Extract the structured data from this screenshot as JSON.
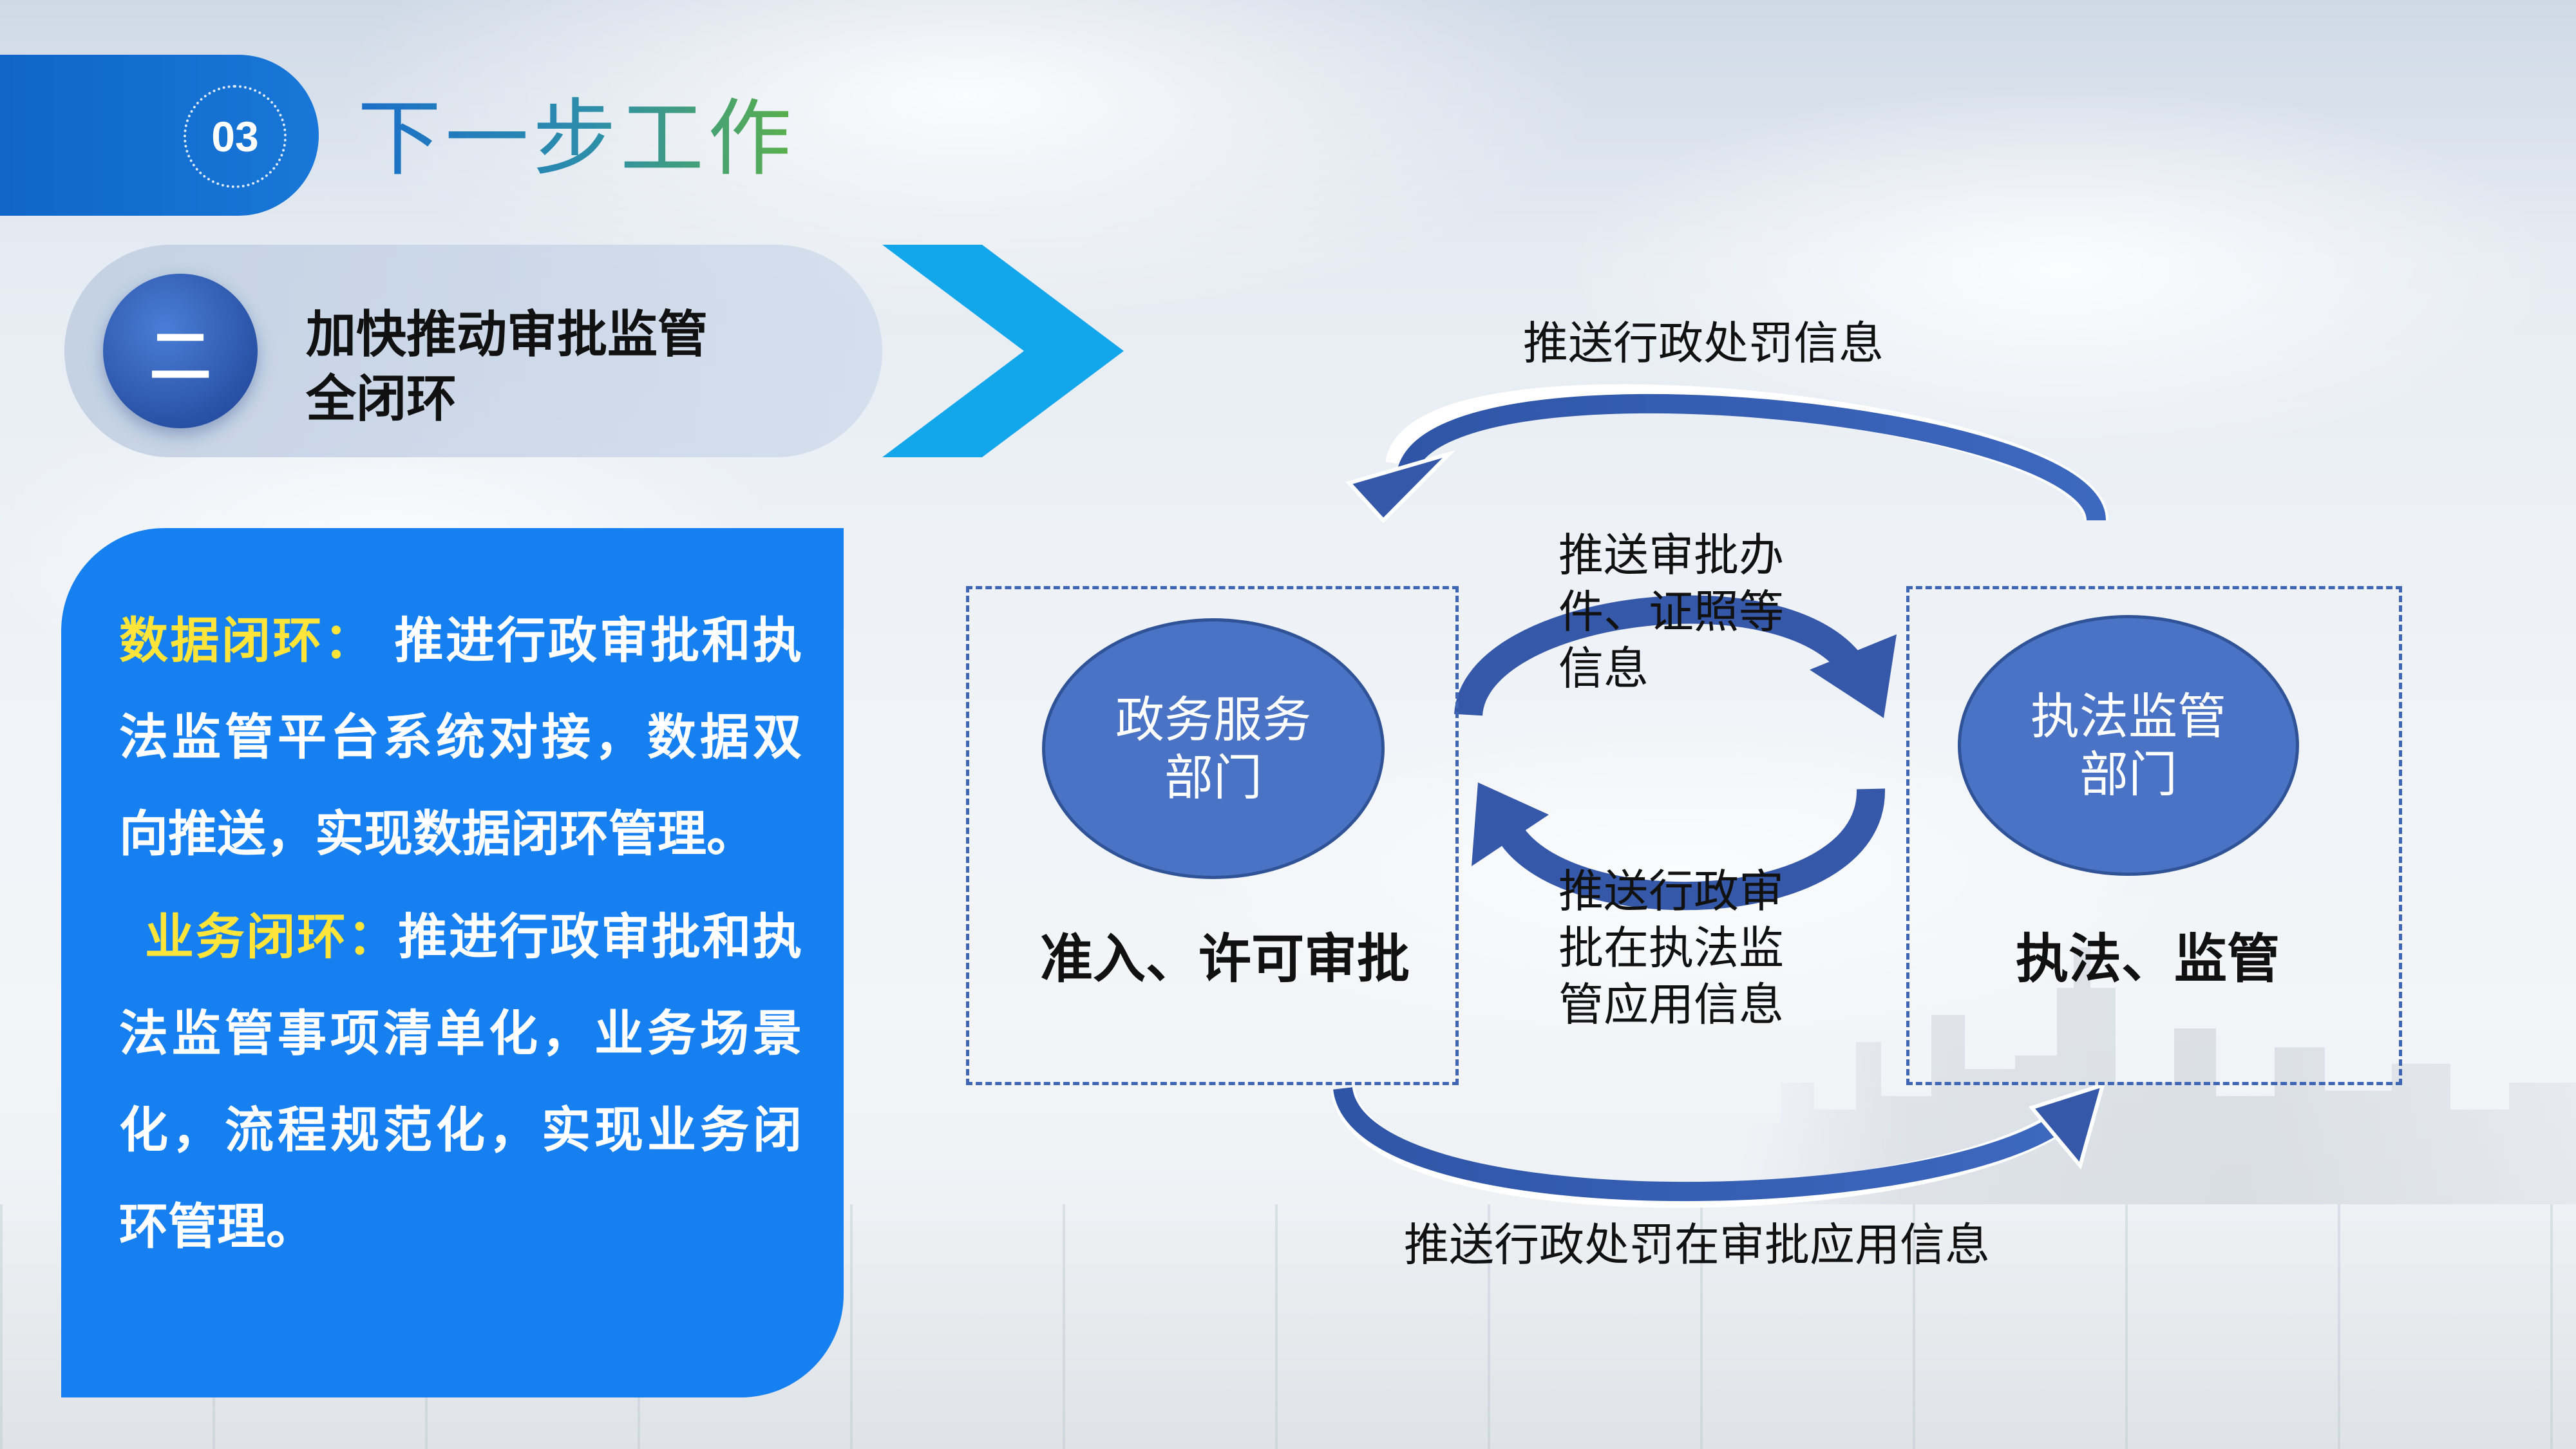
{
  "header": {
    "section_number": "03",
    "title": "下一步工作"
  },
  "subtitle": {
    "number": "二",
    "text_line1": "加快推动审批监管",
    "text_line2": "全闭环"
  },
  "panel": {
    "data_loop": {
      "keyword": "数据闭环",
      "separator": "：",
      "text": "推进行政审批和执法监管平台系统对接，数据双向推送，实现数据闭环管理。"
    },
    "business_loop": {
      "keyword": "业务闭环",
      "separator": "：",
      "text": "推进行政审批和执法监管事项清单化，业务场景化，流程规范化，实现业务闭环管理。"
    }
  },
  "diagram": {
    "left_node": {
      "line1": "政务服务",
      "line2": "部门",
      "caption": "准入、许可审批"
    },
    "right_node": {
      "line1": "执法监管",
      "line2": "部门",
      "caption": "执法、监管"
    },
    "top_arrow_label": "推送行政处罚信息",
    "middle_top_label": "推送审批办件、证照等信息",
    "middle_bottom_label": "推送行政审批在执法监管应用信息",
    "bottom_arrow_label": "推送行政处罚在审批应用信息"
  },
  "colors": {
    "primary_blue": "#1780f0",
    "header_blue": "#0f66c8",
    "keyword_yellow": "#ffe43a",
    "node_fill": "#4a73c5",
    "arrow_blue": "#3658a8",
    "chevron_blue": "#14a6ea"
  }
}
